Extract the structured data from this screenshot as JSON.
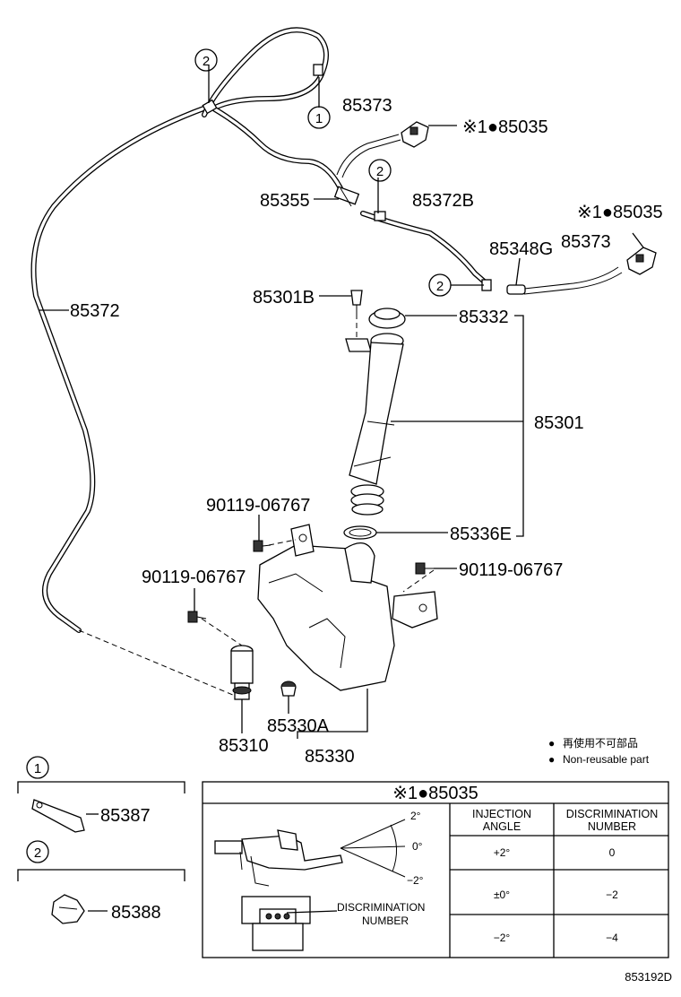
{
  "parts": {
    "hose_main": "85372",
    "hose_b": "85372B",
    "hose_short_a": "85373",
    "hose_short_b": "85373",
    "nozzle_a": "85035",
    "nozzle_b": "85035",
    "joint": "85355",
    "check_valve": "85348G",
    "clip": "85301B",
    "cap": "85332",
    "inlet": "85301",
    "ring": "85336E",
    "bolt_a": "90119-06767",
    "bolt_b": "90119-06767",
    "bolt_c": "90119-06767",
    "grommet": "85330A",
    "pump": "85310",
    "tank": "85330",
    "clamp_1_part": "85387",
    "clamp_2_part": "85388"
  },
  "symbols": {
    "ref_mark": "※1",
    "non_reusable_mark": "●",
    "circle_1": "1",
    "circle_2": "2"
  },
  "legend": {
    "jp": "再使用不可部品",
    "en": "Non-reusable part"
  },
  "inset": {
    "title": "※1●85035",
    "angle_top": "2°",
    "angle_mid": "0°",
    "angle_bottom": "−2°",
    "discrimination_line1": "DISCRIMINATION",
    "discrimination_line2": "NUMBER",
    "table": {
      "headers": [
        {
          "line1": "INJECTION",
          "line2": "ANGLE"
        },
        {
          "line1": "DISCRIMINATION",
          "line2": "NUMBER"
        }
      ],
      "rows": [
        {
          "angle": "+2°",
          "number": "0"
        },
        {
          "angle": "±0°",
          "number": "−2"
        },
        {
          "angle": "−2°",
          "number": "−4"
        }
      ]
    }
  },
  "figure_id": "853192D"
}
